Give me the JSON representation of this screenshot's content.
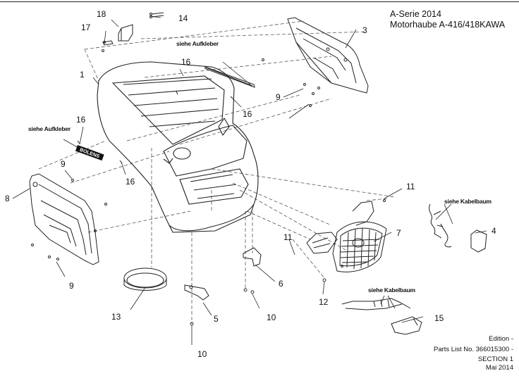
{
  "header": {
    "series": "A-Serie 2014",
    "model": "Motorhaube A-416/418KAWA"
  },
  "footer": {
    "edition": "Edition -",
    "parts_list": "Parts List No. 366015300 -",
    "section": "SECTION 1",
    "date": "Mai 2014"
  },
  "notes": {
    "decal_1": "siehe Aufkleber",
    "decal_2": "siehe Aufkleber",
    "harness_1": "siehe Kabelbaum",
    "harness_2": "siehe Kabelbaum"
  },
  "decal_text": "BOLENS",
  "callouts": [
    "1",
    "3",
    "4",
    "5",
    "6",
    "7",
    "8",
    "9",
    "9",
    "9",
    "10",
    "10",
    "11",
    "11",
    "12",
    "13",
    "14",
    "15",
    "16",
    "16",
    "16",
    "16",
    "17",
    "18"
  ],
  "colors": {
    "line": "#222222",
    "dash": "#555555",
    "background": "#ffffff"
  }
}
